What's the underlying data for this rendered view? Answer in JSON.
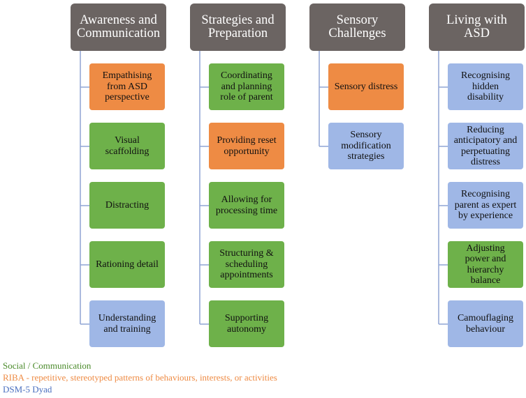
{
  "columns": [
    {
      "header": "Awareness and\nCommunication",
      "items": [
        {
          "label": "Empathising\nfrom ASD\nperspective",
          "category": "orange"
        },
        {
          "label": "Visual\nscaffolding",
          "category": "green"
        },
        {
          "label": "Distracting",
          "category": "green"
        },
        {
          "label": "Rationing detail",
          "category": "green"
        },
        {
          "label": "Understanding\nand training",
          "category": "blue"
        }
      ]
    },
    {
      "header": "Strategies and\nPreparation",
      "items": [
        {
          "label": "Coordinating\nand planning\nrole of parent",
          "category": "green"
        },
        {
          "label": "Providing reset\nopportunity",
          "category": "orange"
        },
        {
          "label": "Allowing for\nprocessing time",
          "category": "green"
        },
        {
          "label": "Structuring &\nscheduling\nappointments",
          "category": "green"
        },
        {
          "label": "Supporting\nautonomy",
          "category": "green"
        }
      ]
    },
    {
      "header": "Sensory\nChallenges",
      "items": [
        {
          "label": "Sensory distress",
          "category": "orange"
        },
        {
          "label": "Sensory\nmodification\nstrategies",
          "category": "blue"
        }
      ]
    },
    {
      "header": "Living with\nASD",
      "items": [
        {
          "label": "Recognising\nhidden\ndisability",
          "category": "blue"
        },
        {
          "label": "Reducing\nanticipatory and\nperpetuating\ndistress",
          "category": "blue"
        },
        {
          "label": "Recognising\nparent as expert\nby experience",
          "category": "blue"
        },
        {
          "label": "Adjusting\npower and\nhierarchy\nbalance",
          "category": "green"
        },
        {
          "label": "Camouflaging\nbehaviour",
          "category": "blue"
        }
      ]
    }
  ],
  "legend": {
    "social": "Social / Communication",
    "riba": "RIBA - repetitive, stereotyped patterns of behaviours, interests, or activities",
    "dsm": "DSM-5 Dyad"
  },
  "colors": {
    "header": "#6b6462",
    "green": "#6eb14a",
    "orange": "#ee8b44",
    "blue": "#9fb7e6",
    "connector": "#8fa4d4",
    "legend_social": "#4a8a2a",
    "legend_riba": "#ee8b44",
    "legend_dsm": "#4a6fbf"
  }
}
